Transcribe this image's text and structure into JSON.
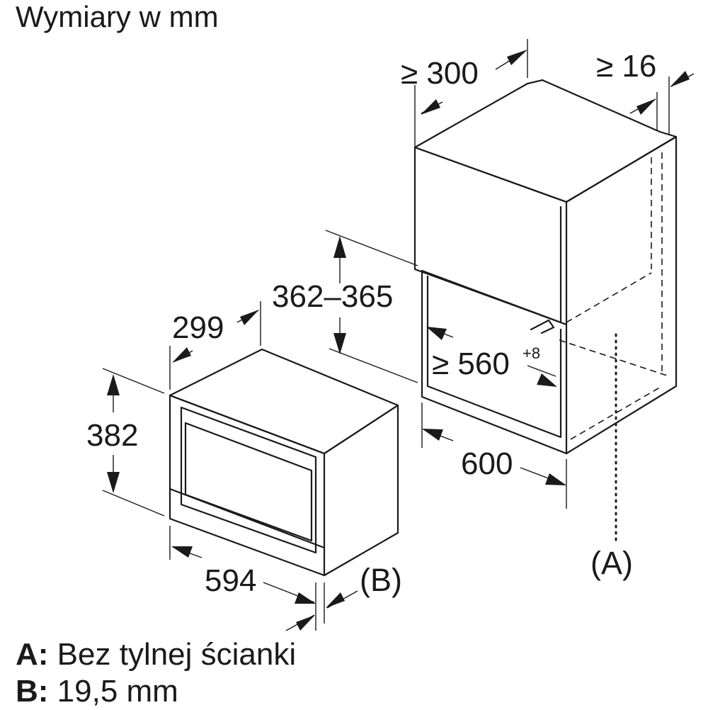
{
  "title": "Wymiary w mm",
  "dimensions": {
    "niche_depth": "≥ 300",
    "niche_gap": "≥ 16",
    "niche_height": "362–365",
    "niche_width_main": "≥ 560",
    "niche_width_tolerance": "+8",
    "cabinet_width": "600",
    "appliance_depth": "299",
    "appliance_height": "382",
    "appliance_width": "594"
  },
  "markers": {
    "a": "(A)",
    "b": "(B)"
  },
  "notes": [
    {
      "key": "A:",
      "text": "Bez tylnej ścianki"
    },
    {
      "key": "B:",
      "text": "19,5 mm"
    }
  ]
}
